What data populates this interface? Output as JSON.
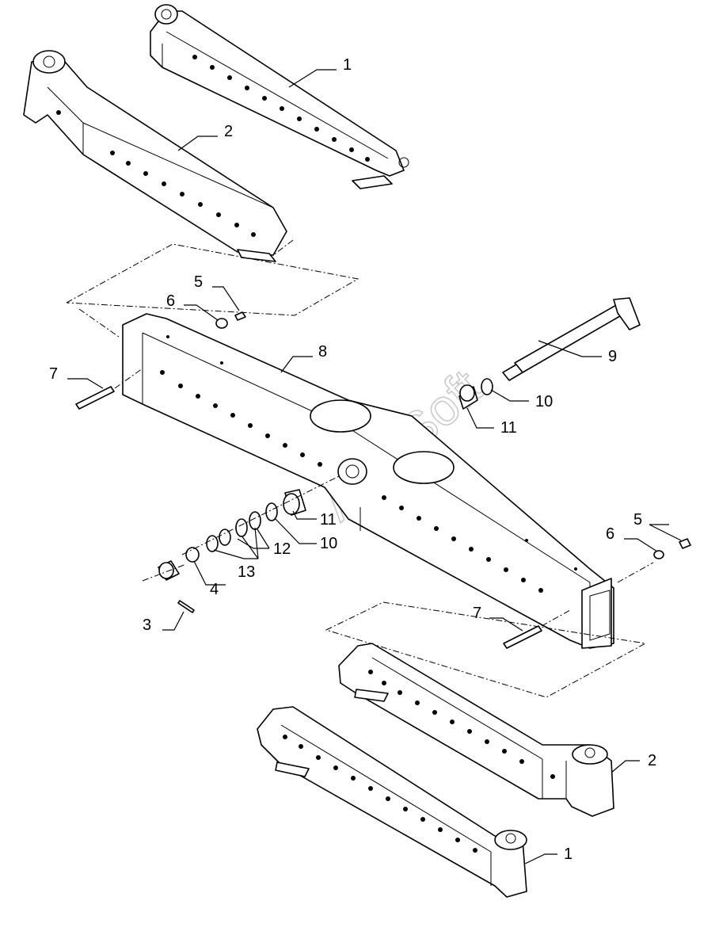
{
  "diagram": {
    "watermark": "AutoSoft",
    "callouts": {
      "c1_top": "1",
      "c2_top": "2",
      "c5_left": "5",
      "c6_left": "6",
      "c7_left": "7",
      "c8": "8",
      "c9": "9",
      "c10_right": "10",
      "c11_right": "11",
      "c11_mid": "11",
      "c10_mid": "10",
      "c12": "12",
      "c13": "13",
      "c4": "4",
      "c3": "3",
      "c5_right": "5",
      "c6_right": "6",
      "c7_right": "7",
      "c2_bottom": "2",
      "c1_bottom": "1"
    }
  }
}
